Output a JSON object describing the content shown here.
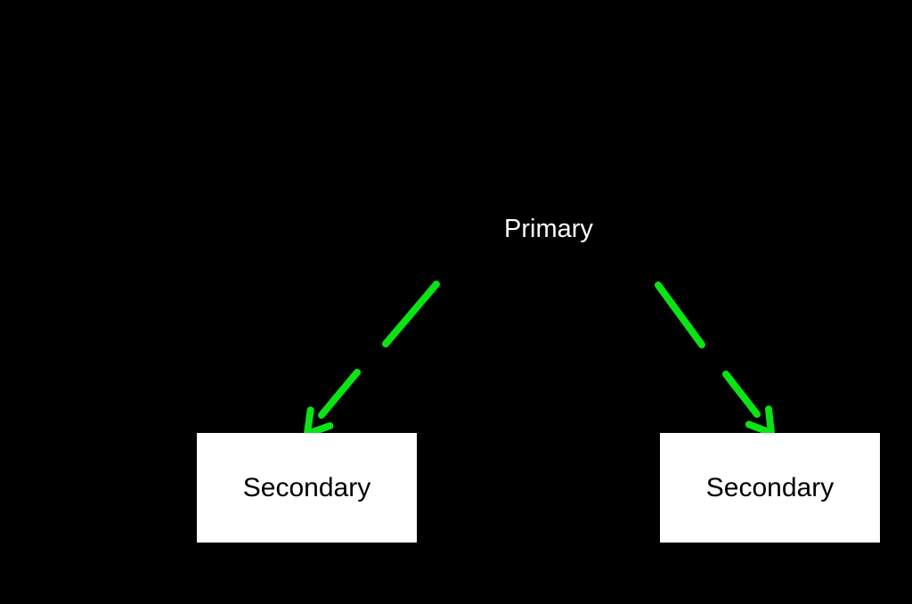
{
  "colors": {
    "background": "#000000",
    "arrow": "#0ae414",
    "box_background": "#ffffff",
    "box_text": "#000000",
    "primary_text": "#ffffff"
  },
  "nodes": {
    "primary": {
      "label": "Primary"
    },
    "secondary_left": {
      "label": "Secondary"
    },
    "secondary_right": {
      "label": "Secondary"
    }
  },
  "arrows": [
    {
      "from": "primary",
      "to": "secondary_left",
      "style": "dashed-green"
    },
    {
      "from": "primary",
      "to": "secondary_right",
      "style": "dashed-green"
    }
  ]
}
